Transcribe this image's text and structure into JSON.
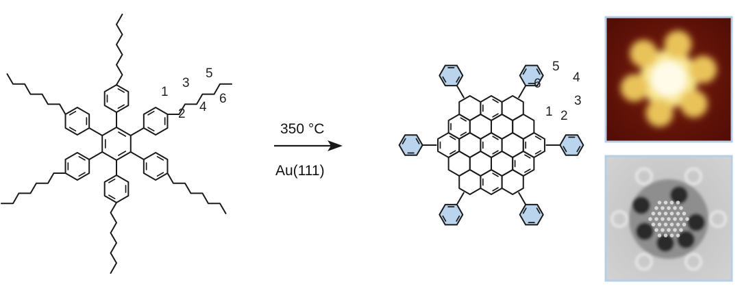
{
  "reaction": {
    "temperature": "350 °C",
    "substrate": "Au(111)"
  },
  "chain_numbering": [
    "1",
    "2",
    "3",
    "4",
    "5",
    "6"
  ],
  "phenyl_numbering": [
    "1",
    "2",
    "3",
    "4",
    "5",
    "6"
  ],
  "colors": {
    "bond": "#1a1a1a",
    "phenyl_highlight": "#b9d4ec",
    "panel_border": "#b7cfe6",
    "stm_background": "#5e0f07",
    "stm_molecule": "#f7e58a",
    "afm_background": "#c9c9c9"
  },
  "panels": [
    {
      "name": "stm-image",
      "description_icon": "stm-topography-image"
    },
    {
      "name": "afm-image",
      "description_icon": "nc-afm-image"
    }
  ]
}
